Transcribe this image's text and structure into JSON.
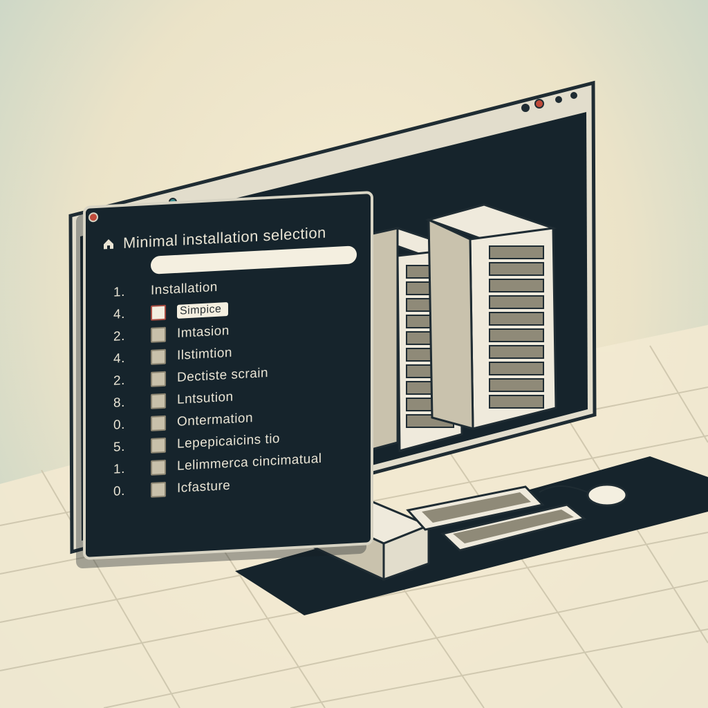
{
  "window": {
    "title": "Minimal installation selection",
    "section_label": "Installation"
  },
  "menu": {
    "items": [
      {
        "number": "1.",
        "label": "",
        "checked": false
      },
      {
        "number": "4.",
        "label": "Simpice",
        "checked": false,
        "highlighted": true
      },
      {
        "number": "2.",
        "label": "Imtasion",
        "checked": false
      },
      {
        "number": "4.",
        "label": "Ilstimtion",
        "checked": false
      },
      {
        "number": "2.",
        "label": "Dectiste scrain",
        "checked": false
      },
      {
        "number": "8.",
        "label": "Lntsution",
        "checked": false
      },
      {
        "number": "0.",
        "label": "Ontermation",
        "checked": false
      },
      {
        "number": "5.",
        "label": "Lepepicaicins tio",
        "checked": false
      },
      {
        "number": "1.",
        "label": "Lelimmerca cincimatual",
        "checked": false
      },
      {
        "number": "0.",
        "label": "Icfasture",
        "checked": false
      }
    ]
  },
  "colors": {
    "screen_dark": "#16242c",
    "frame": "#d8d4c4",
    "highlight": "#f4efe0",
    "floor": "#f3ead2"
  },
  "icons": [
    "home-icon",
    "server-rack-icon",
    "keyboard-icon",
    "mouse-icon"
  ]
}
